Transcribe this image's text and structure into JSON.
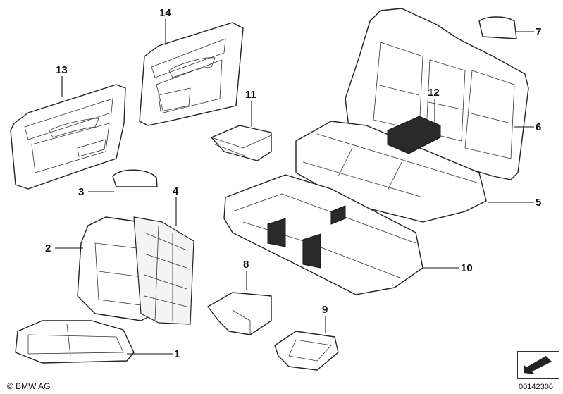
{
  "callouts": [
    {
      "id": "1",
      "label": "1"
    },
    {
      "id": "2",
      "label": "2"
    },
    {
      "id": "3",
      "label": "3"
    },
    {
      "id": "4",
      "label": "4"
    },
    {
      "id": "5",
      "label": "5"
    },
    {
      "id": "6",
      "label": "6"
    },
    {
      "id": "7",
      "label": "7"
    },
    {
      "id": "8",
      "label": "8"
    },
    {
      "id": "9",
      "label": "9"
    },
    {
      "id": "10",
      "label": "10"
    },
    {
      "id": "11",
      "label": "11"
    },
    {
      "id": "12",
      "label": "12"
    },
    {
      "id": "13",
      "label": "13"
    },
    {
      "id": "14",
      "label": "14"
    }
  ],
  "footer": {
    "copyright": "© BMW AG",
    "diagram_number": "00142306"
  }
}
